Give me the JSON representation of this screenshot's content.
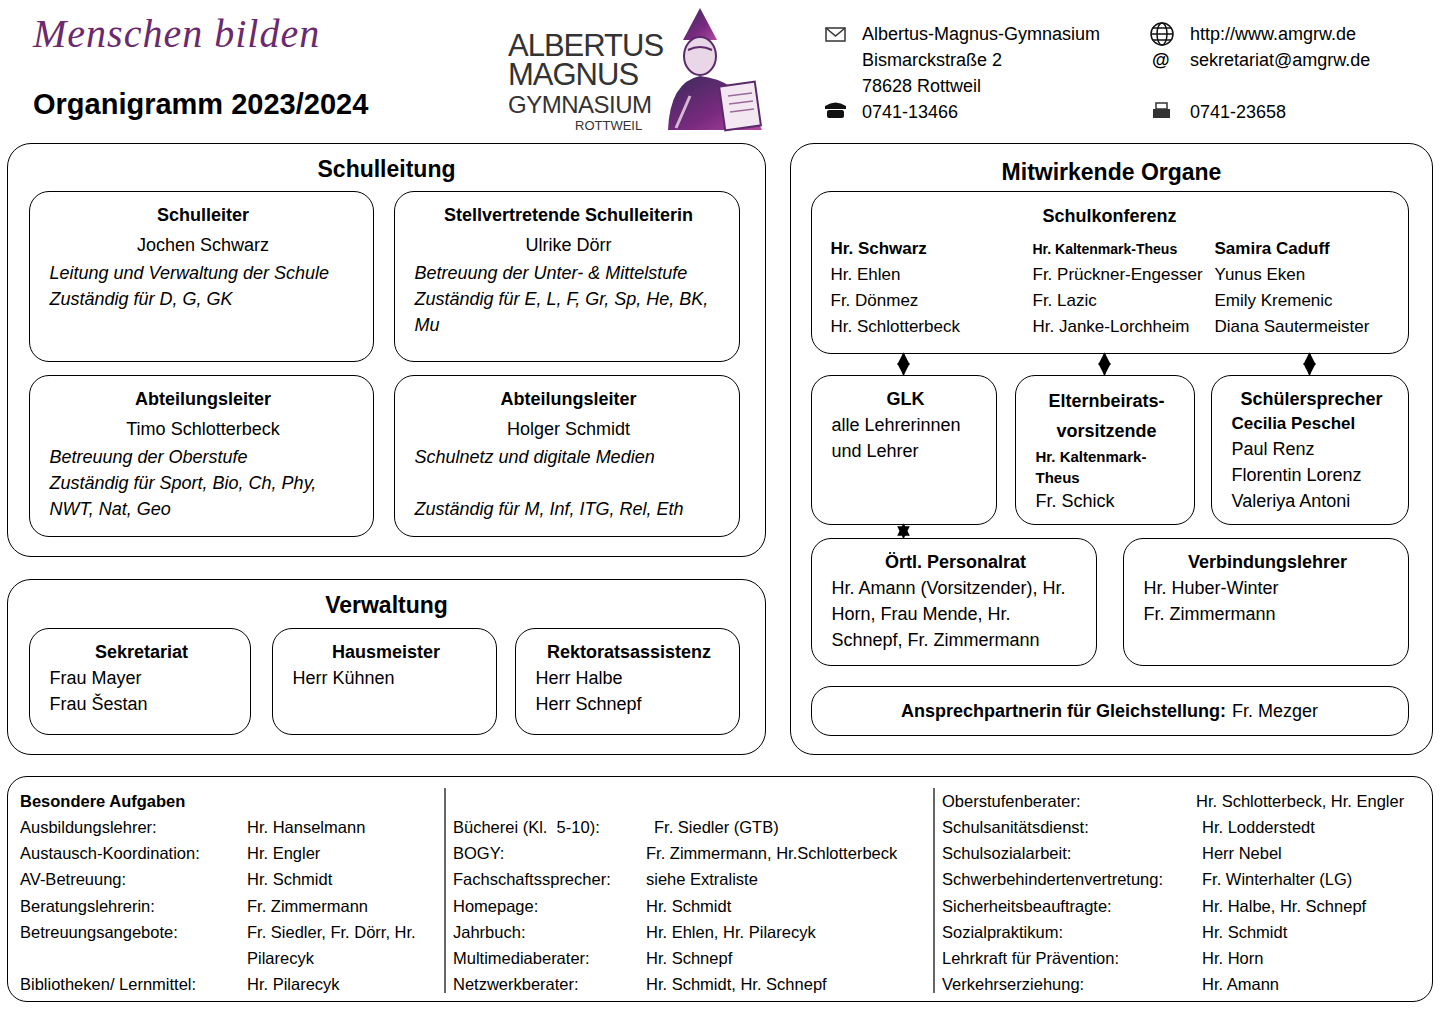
{
  "diagram": {
    "title": "Organigramm 2023/2024",
    "nodes": [
      {
        "text": [
          "Schulleitung"
        ]
      },
      {
        "text": [
          "Schulleiter",
          "Jochen Schwarz",
          "Leitung und Verwaltung der Schule",
          "Zuständig für D, G, GK"
        ],
        "in": 0
      },
      {
        "text": [
          "Stellvertretende Schulleiterin",
          "Ulrike Dörr",
          "Betreuung der Unter- & Mittelstufe",
          "Zuständig für E, L, F, Gr, Sp, He, BK, Mu"
        ],
        "in": 0
      },
      {
        "text": [
          "Abteilungsleiter",
          "Timo Schlotterbeck",
          "Betreuung der Oberstufe",
          "Zuständig für Sport, Bio, Ch, Phy, NWT, Nat, Geo"
        ],
        "in": 0
      },
      {
        "text": [
          "Abteilungsleiter",
          "Holger Schmidt",
          "Schulnetz und digitale Medien",
          "Zuständig für M, Inf, ITG, Rel, Eth"
        ],
        "in": 0
      },
      {
        "text": [
          "Verwaltung"
        ]
      },
      {
        "text": [
          "Sekretariat",
          "Frau Mayer",
          "Frau Šestan"
        ],
        "in": 5
      },
      {
        "text": [
          "Hausmeister",
          "Herr Kühnen"
        ],
        "in": 5
      },
      {
        "text": [
          "Rektoratsassistenz",
          "Herr Halbe",
          "Herr Schnepf"
        ],
        "in": 5
      },
      {
        "text": [
          "Mitwirkende Organe"
        ]
      },
      {
        "text": [
          "Schulkonferenz",
          "Hr. Schwarz",
          "Hr. Ehlen",
          "Fr. Dönmez",
          "Hr. Schlotterbeck",
          "Hr. Kaltenmark-Theus",
          "Fr. Prückner-Engesser",
          "Fr. Lazic",
          "Hr. Janke-Lorchheim",
          "Samira Caduff",
          "Yunus Eken",
          "Emily Kremenic",
          "Diana Sautermeister"
        ],
        "in": 9
      },
      {
        "text": [
          "GLK",
          "alle Lehrerinnen und Lehrer"
        ],
        "in": 9
      },
      {
        "text": [
          "Elternbeirats- vorsitzende",
          "Hr. Kaltenmark-Theus",
          "Fr. Schick"
        ],
        "in": 9
      },
      {
        "text": [
          "Schülersprecher",
          "Cecilia Peschel",
          "Paul Renz",
          "Florentin Lorenz",
          "Valeriya Antoni"
        ],
        "in": 9
      },
      {
        "text": [
          "Örtl. Personalrat",
          "Hr. Amann (Vorsitzender), Hr. Horn, Frau Mende, Hr. Schnepf, Fr. Zimmermann"
        ],
        "in": 9
      },
      {
        "text": [
          "Verbindungslehrer",
          "Hr. Huber-Winter",
          "Fr. Zimmermann"
        ],
        "in": 9
      },
      {
        "text": [
          "Ansprechpartnerin für Gleichstellung:",
          "Fr. Mezger"
        ],
        "in": 9
      },
      {
        "text": [
          "Besondere Aufgaben",
          "Ausbildungslehrer:",
          "Hr. Hanselmann",
          "Austausch-Koordination:",
          "Hr. Engler",
          "AV-Betreuung:",
          "Hr. Schmidt",
          "Beratungslehrerin:",
          "Fr. Zimmermann",
          "Betreuungsangebote:",
          "Fr. Siedler, Fr. Dörr, Hr. Pilarecyk",
          "Bibliotheken/ Lernmittel:",
          "Hr. Pilarecyk",
          "Bücherei (Kl.  5-10):",
          "Fr. Siedler (GTB)",
          "BOGY:",
          "Fr. Zimmermann, Hr.Schlotterbeck",
          "Fachschaftssprecher:",
          "siehe Extraliste",
          "Homepage:",
          "Hr. Schmidt",
          "Jahrbuch:",
          "Hr. Ehlen, Hr. Pilarecyk",
          "Multimediaberater:",
          "Hr. Schnepf",
          "Netzwerkberater:",
          "Hr. Schmidt, Hr. Schnepf",
          "Oberstufenberater:",
          "Hr. Schlotterbeck, Hr. Engler",
          "Schulsanitätsdienst:",
          "Hr. Lodderstedt",
          "Schulsozialarbeit:",
          "Herr Nebel",
          "Schwerbehindertenvertretung:",
          "Fr. Winterhalter (LG)",
          "Sicherheitsbeauftragte:",
          "Hr. Halbe, Hr. Schnepf",
          "Sozialpraktikum:",
          "Hr. Schmidt",
          "Lehrkraft für Prävention:",
          "Hr. Horn",
          "Verkehrserziehung:",
          "Hr. Amann"
        ]
      }
    ],
    "edges": [
      {
        "from": 10,
        "to": 11,
        "arrow": "both"
      },
      {
        "from": 10,
        "to": 12,
        "arrow": "both"
      },
      {
        "from": 10,
        "to": 13,
        "arrow": "both"
      },
      {
        "from": 11,
        "to": 14,
        "arrow": "both"
      }
    ],
    "labels": [
      "Menschen bilden",
      "ALBERTUS",
      "MAGNUS",
      "GYMNASIUM",
      "ROTTWEIL",
      "Albertus-Magnus-Gymnasium",
      "Bismarckstraße 2",
      "78628 Rottweil",
      "0741-13466",
      "http://www.amgrw.de",
      "@",
      "sekretariat@amgrw.de",
      "0741-23658"
    ]
  }
}
